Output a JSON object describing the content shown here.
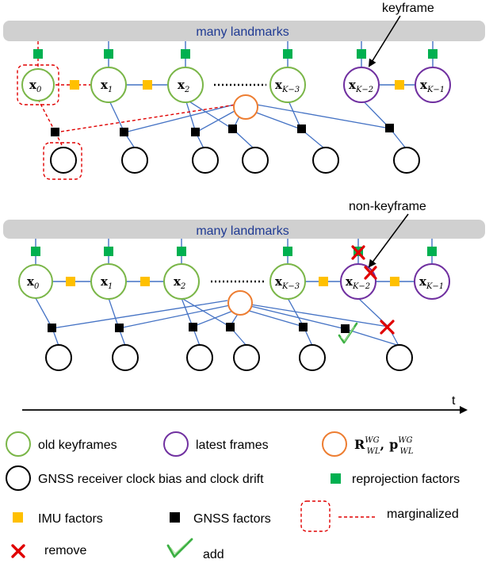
{
  "diagram": {
    "top": {
      "landmarks_label": "many landmarks",
      "annotation": "keyframe",
      "nodes": [
        {
          "base": "x",
          "sub": "0"
        },
        {
          "base": "x",
          "sub": "1"
        },
        {
          "base": "x",
          "sub": "2"
        },
        {
          "base": "x",
          "sub": "K−3"
        },
        {
          "base": "x",
          "sub": "K−2"
        },
        {
          "base": "x",
          "sub": "K−1"
        }
      ]
    },
    "bottom": {
      "landmarks_label": "many landmarks",
      "annotation": "non-keyframe",
      "nodes": [
        {
          "base": "x",
          "sub": "0"
        },
        {
          "base": "x",
          "sub": "1"
        },
        {
          "base": "x",
          "sub": "2"
        },
        {
          "base": "x",
          "sub": "K−3"
        },
        {
          "base": "x",
          "sub": "K−2"
        },
        {
          "base": "x",
          "sub": "K−1"
        }
      ]
    },
    "time_label": "t"
  },
  "legend": {
    "old_keyframes": "old keyframes",
    "latest_frames": "latest frames",
    "extrinsic": {
      "r": "R",
      "r_sup": "WG",
      "r_sub": "WL",
      "sep": ",",
      "p": "p",
      "p_sup": "WG",
      "p_sub": "WL"
    },
    "gnss_clock": "GNSS receiver clock bias and clock drift",
    "reprojection": "reprojection factors",
    "imu": "IMU factors",
    "gnss": "GNSS factors",
    "marginalized": "marginalized",
    "remove": "remove",
    "add": "add"
  },
  "colors": {
    "green_node": "#7ab648",
    "purple_node": "#7030a0",
    "orange_node": "#ed7d31",
    "reprojection_factor": "#00b050",
    "imu_factor": "#ffc000",
    "gnss_factor": "#000000",
    "edge_blue": "#4472c4",
    "marginal_red": "#e00000",
    "landmark_bar": "#d0d0d0"
  }
}
